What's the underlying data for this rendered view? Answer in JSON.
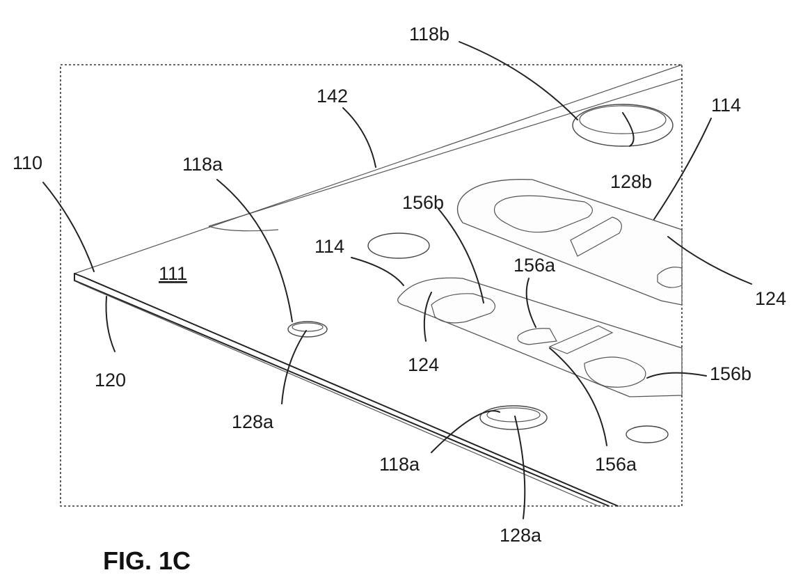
{
  "figure_caption": "FIG. 1C",
  "labels": {
    "l110": "110",
    "l111": "111",
    "l118a_left": "118a",
    "l118a_bottom": "118a",
    "l118b": "118b",
    "l120": "120",
    "l124_left": "124",
    "l124_right": "124",
    "l128a_left": "128a",
    "l128a_bottom": "128a",
    "l128b": "128b",
    "l142": "142",
    "l114_left": "114",
    "l114_right": "114",
    "l156a_mid": "156a",
    "l156a_bottom": "156a",
    "l156b_mid": "156b",
    "l156b_right": "156b"
  }
}
